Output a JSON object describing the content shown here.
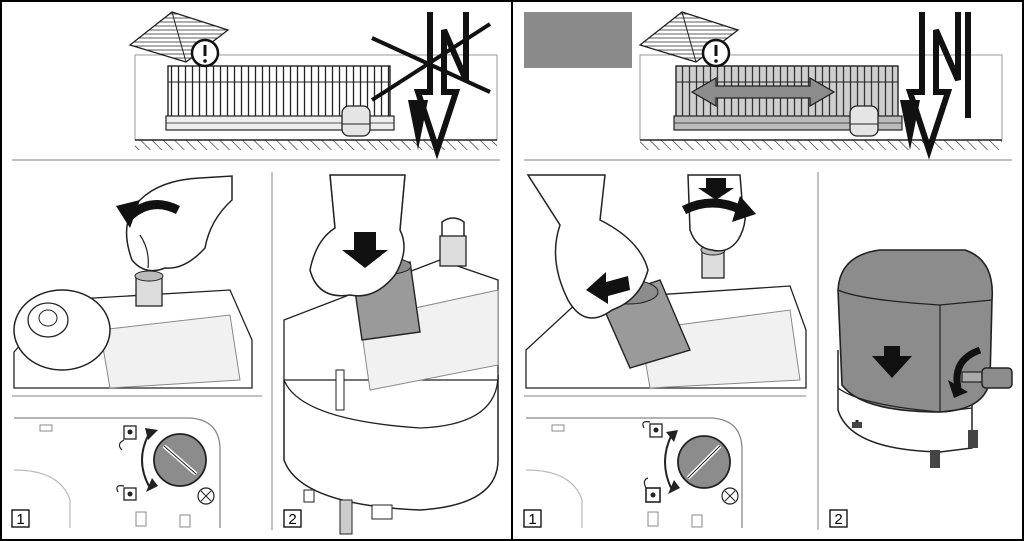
{
  "left_panel": {
    "steps": [
      {
        "number": "1"
      },
      {
        "number": "2"
      }
    ]
  },
  "right_panel": {
    "steps": [
      {
        "number": "1"
      },
      {
        "number": "2"
      }
    ]
  },
  "colors": {
    "line": "#1a1a1a",
    "grey_fill": "#8c8c8c",
    "light_fill": "#e6e6e6",
    "mid_fill": "#b5b5b5",
    "placeholder_box": "#8a8a8a"
  }
}
